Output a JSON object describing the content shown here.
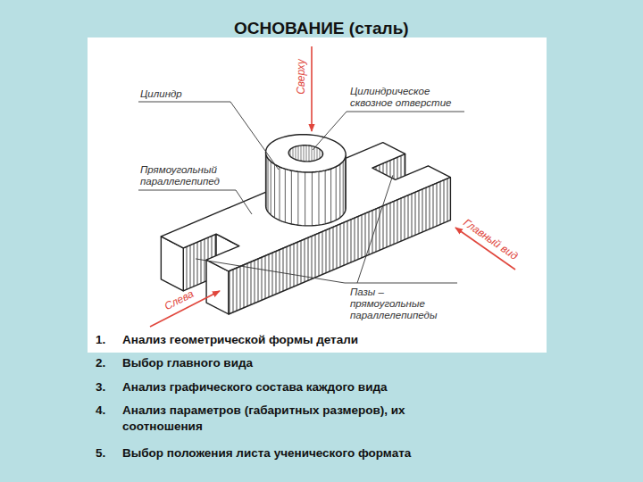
{
  "diagram": {
    "title": "ОСНОВАНИЕ (сталь)",
    "labels": [
      "Цилиндр",
      "Цилиндрическое сквозное отверстие",
      "Сверху",
      "Прямоугольный параллелепипед",
      "Главный вид",
      "Пазы – прямоугольные параллелепипеды",
      "Слева",
      "1.",
      "Анализ геометрической формы детали",
      "2.",
      "Выбор главного вида",
      "3.",
      "Анализ графического состава каждого вида",
      "4.",
      "Анализ параметров (габаритных размеров), их соотношения",
      "5.",
      "Выбор положения листа ученического формата"
    ]
  }
}
